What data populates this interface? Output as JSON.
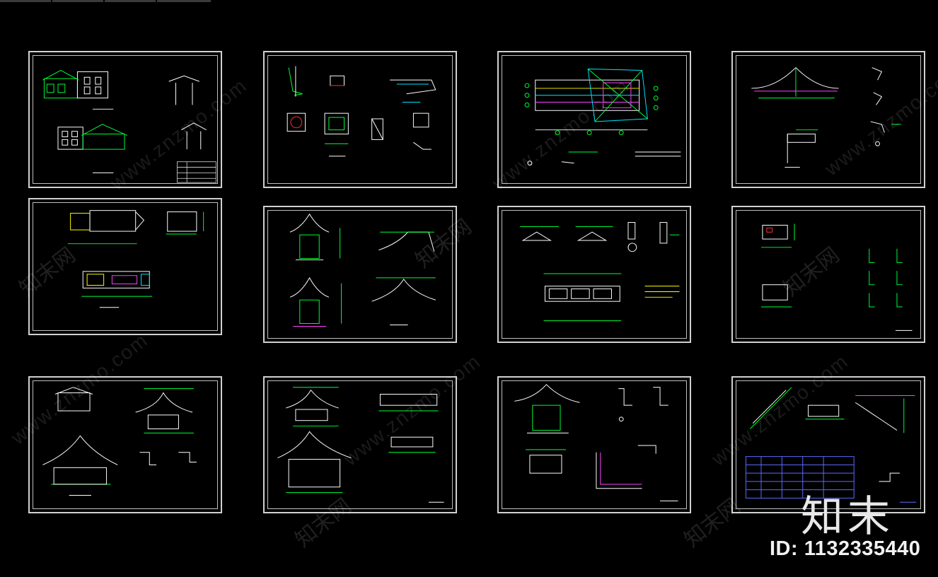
{
  "watermark": {
    "domain_text": "www.znzmo.com",
    "cn_text": "知末网",
    "logo_text": "知末",
    "id_text": "ID: 1132335440"
  },
  "colors": {
    "background": "#000000",
    "frame": "#d0d0d0",
    "line_green": "#00ff33",
    "line_white": "#ffffff",
    "line_cyan": "#00e5ff",
    "line_yellow": "#ffff00",
    "line_magenta": "#ff40ff",
    "line_red": "#ff3030",
    "line_blue": "#5a6bff"
  },
  "sheets": [
    {
      "id": 1,
      "theme": "elevations"
    },
    {
      "id": 2,
      "theme": "details"
    },
    {
      "id": 3,
      "theme": "roof-plan"
    },
    {
      "id": 4,
      "theme": "roof-section"
    },
    {
      "id": 5,
      "theme": "floor-plan"
    },
    {
      "id": 6,
      "theme": "pavilion"
    },
    {
      "id": 7,
      "theme": "foundation"
    },
    {
      "id": 8,
      "theme": "small-details"
    },
    {
      "id": 9,
      "theme": "pavilion-section"
    },
    {
      "id": 10,
      "theme": "pavilion-elevation"
    },
    {
      "id": 11,
      "theme": "section-details"
    },
    {
      "id": 12,
      "theme": "stair-table"
    }
  ]
}
